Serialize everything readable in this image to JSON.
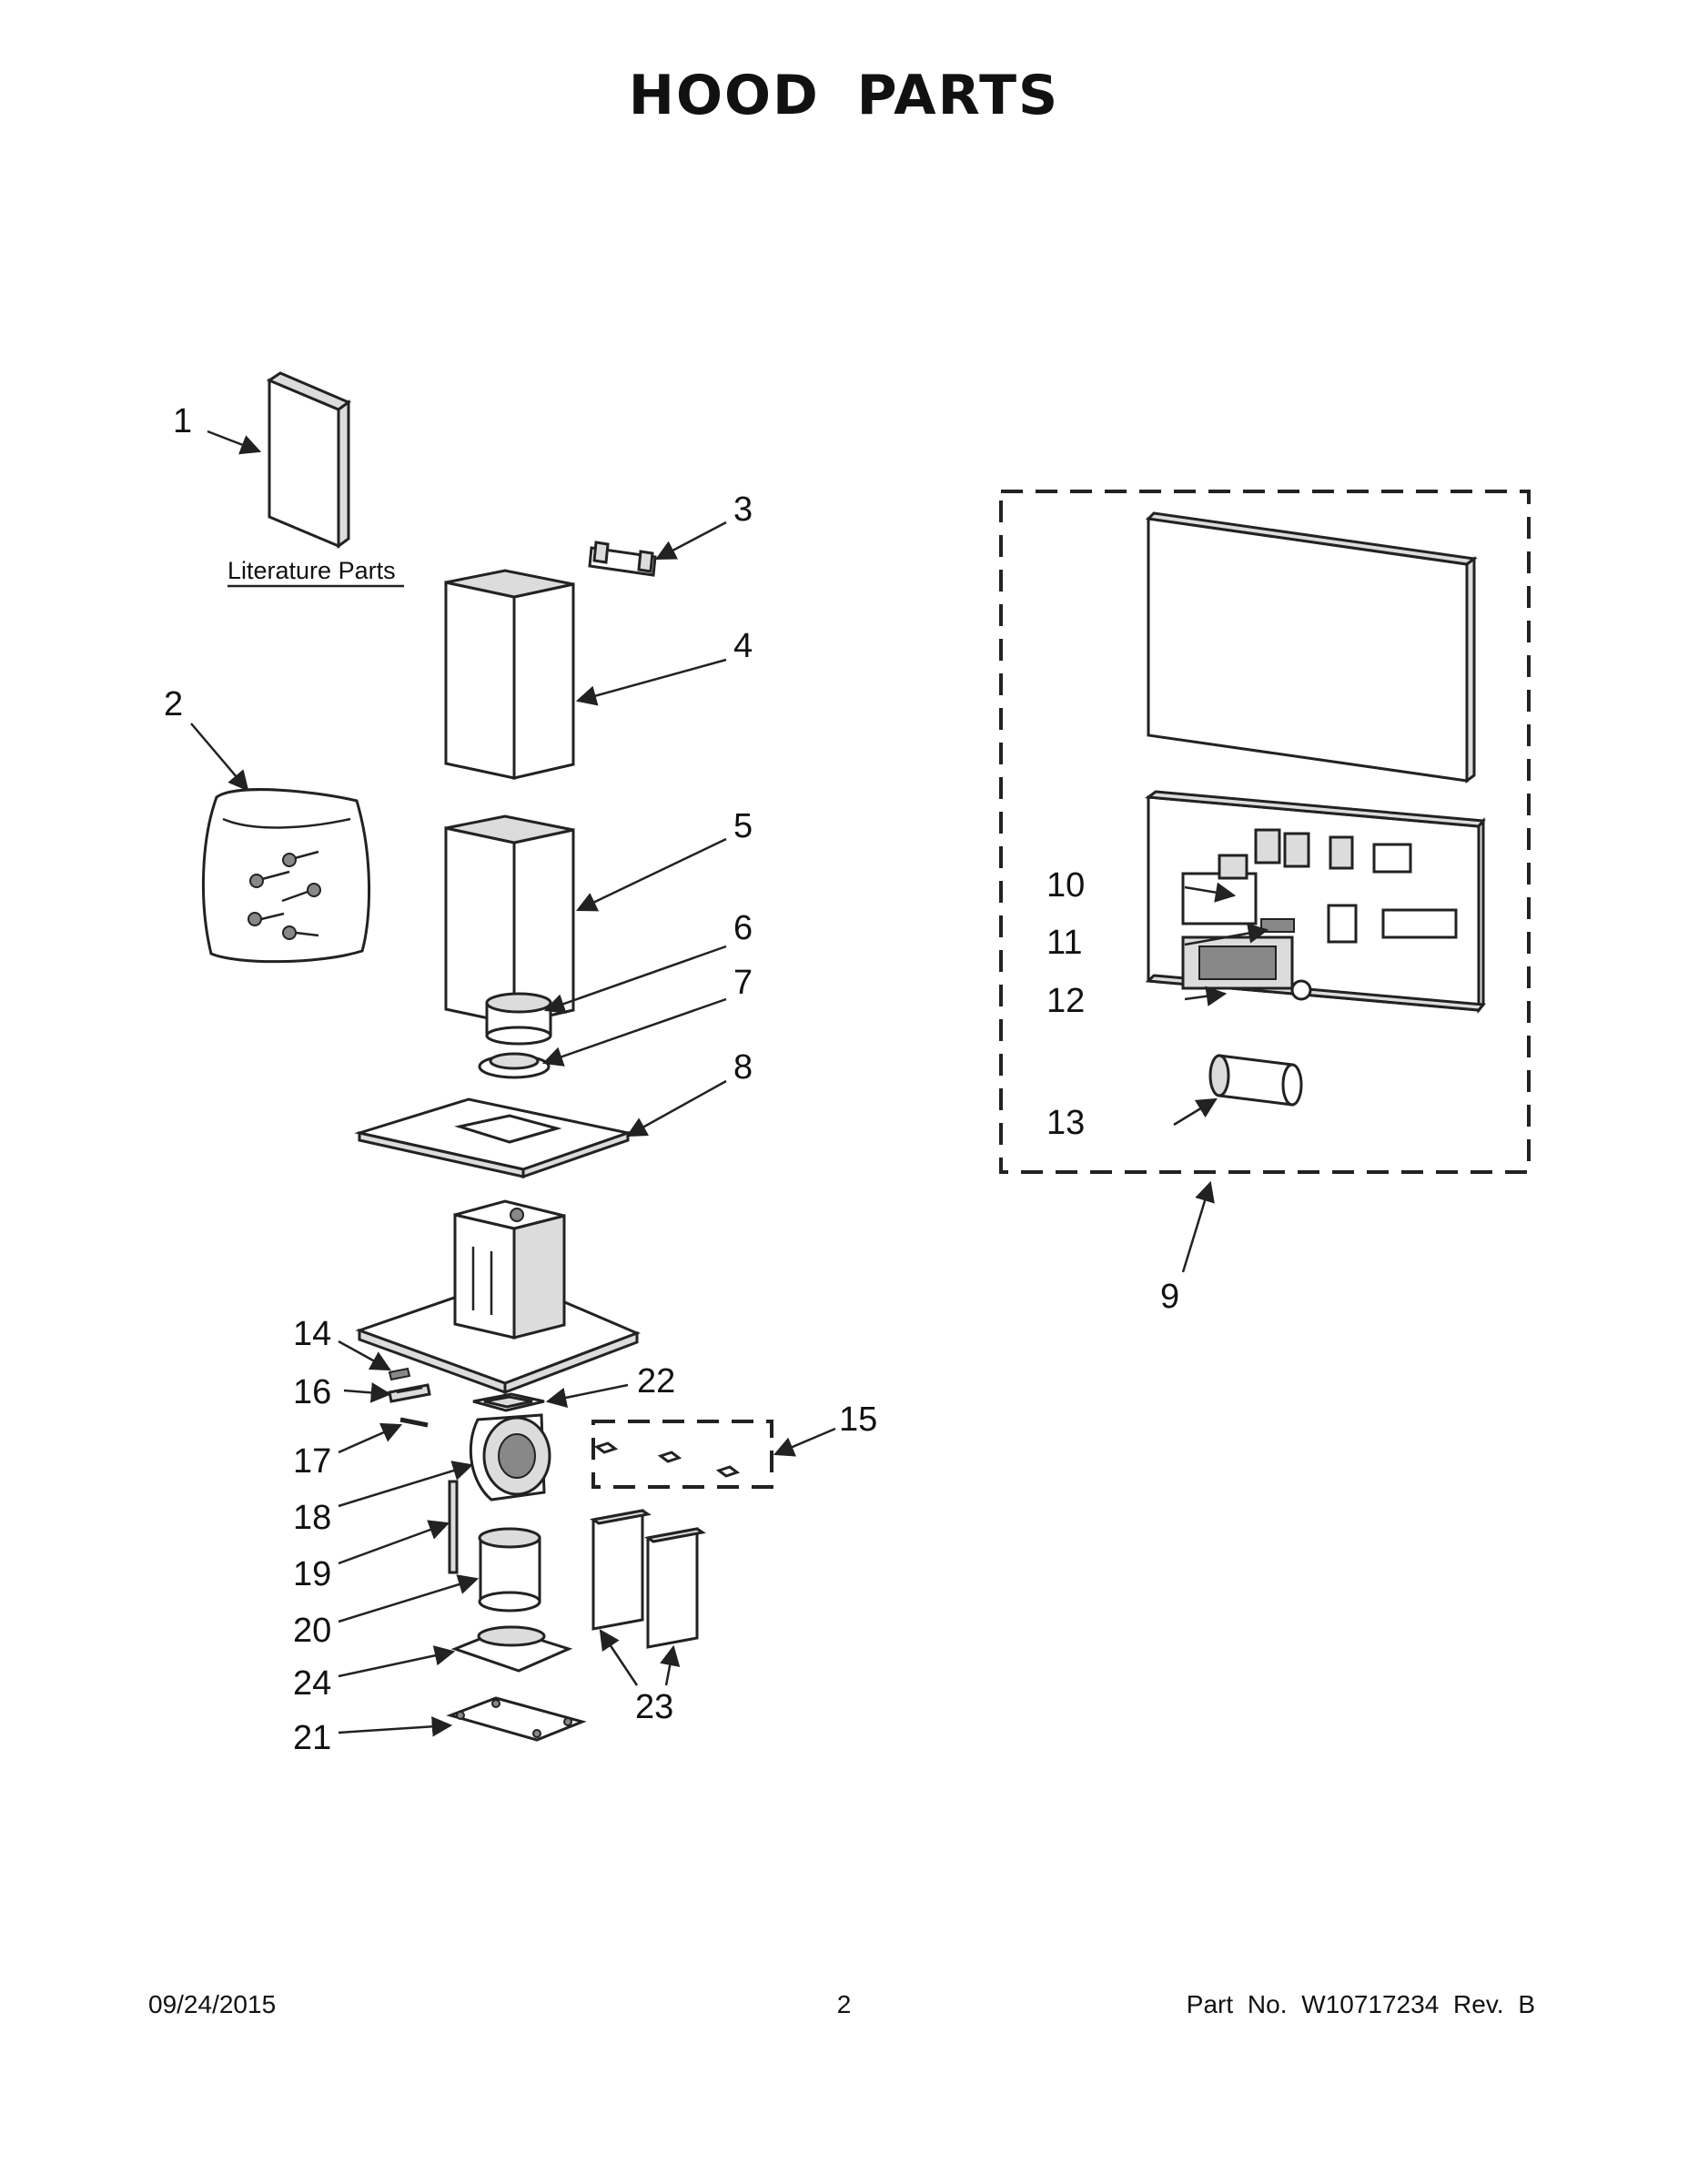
{
  "page": {
    "title": "HOOD PARTS",
    "literature_label": "Literature Parts"
  },
  "callouts": [
    "1",
    "2",
    "3",
    "4",
    "5",
    "6",
    "7",
    "8",
    "9",
    "10",
    "11",
    "12",
    "13",
    "14",
    "15",
    "16",
    "17",
    "18",
    "19",
    "20",
    "21",
    "22",
    "23",
    "24"
  ],
  "footer": {
    "date": "09/24/2015",
    "page_number": "2",
    "part_info": "Part No. W10717234 Rev. B"
  },
  "colors": {
    "line": "#222222",
    "fill": "#ffffff",
    "shade": "#dcdcdc"
  }
}
